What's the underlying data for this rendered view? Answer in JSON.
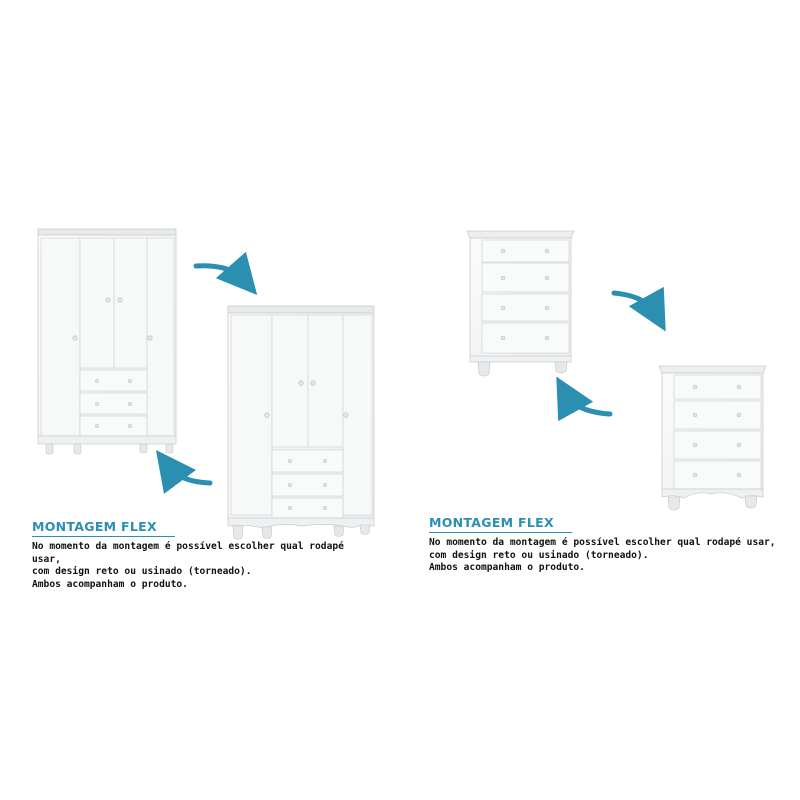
{
  "theme": {
    "accent": "#2a8fb1",
    "arrow": "#2a8fb1",
    "furniture": "#f5f6f6",
    "furniture_shade": "#d9dcde",
    "text": "#111111"
  },
  "captions": [
    {
      "heading": "MONTAGEM FLEX",
      "line1": "No momento da montagem é possível escolher qual rodapé usar,",
      "line2": "com design reto ou usinado (torneado).",
      "line3": "Ambos acompanham o produto."
    },
    {
      "heading": "MONTAGEM FLEX",
      "line1": "No momento da montagem é possível escolher qual rodapé usar,",
      "line2": "com design reto ou usinado (torneado).",
      "line3": "Ambos acompanham o produto."
    }
  ],
  "icons": [
    "curved-arrow-icon"
  ]
}
